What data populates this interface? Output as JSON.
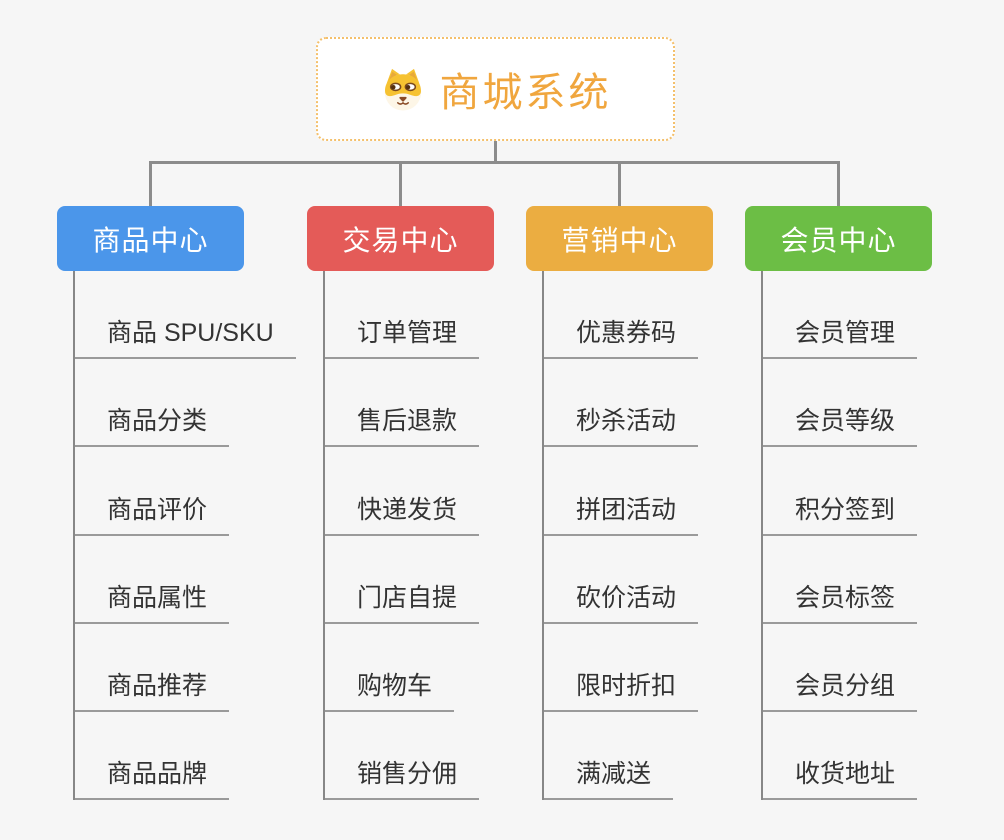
{
  "root": {
    "title": "商城系统",
    "icon": "dog-face-icon"
  },
  "branches": [
    {
      "label": "商品中心",
      "color": "#4b96ea",
      "children": [
        "商品 SPU/SKU",
        "商品分类",
        "商品评价",
        "商品属性",
        "商品推荐",
        "商品品牌"
      ]
    },
    {
      "label": "交易中心",
      "color": "#e45b58",
      "children": [
        "订单管理",
        "售后退款",
        "快递发货",
        "门店自提",
        "购物车",
        "销售分佣"
      ]
    },
    {
      "label": "营销中心",
      "color": "#ebad41",
      "children": [
        "优惠券码",
        "秒杀活动",
        "拼团活动",
        "砍价活动",
        "限时折扣",
        "满减送"
      ]
    },
    {
      "label": "会员中心",
      "color": "#6cbe45",
      "children": [
        "会员管理",
        "会员等级",
        "积分签到",
        "会员标签",
        "会员分组",
        "收货地址"
      ]
    }
  ],
  "colors": {
    "canvas_bg": "#f6f6f6",
    "connector": "#8c8c8c",
    "child_underline": "#9a9a9a",
    "child_text": "#333333",
    "root_title": "#f0a63e",
    "root_border": "#f4c06c",
    "branch_text": "#ffffff"
  }
}
